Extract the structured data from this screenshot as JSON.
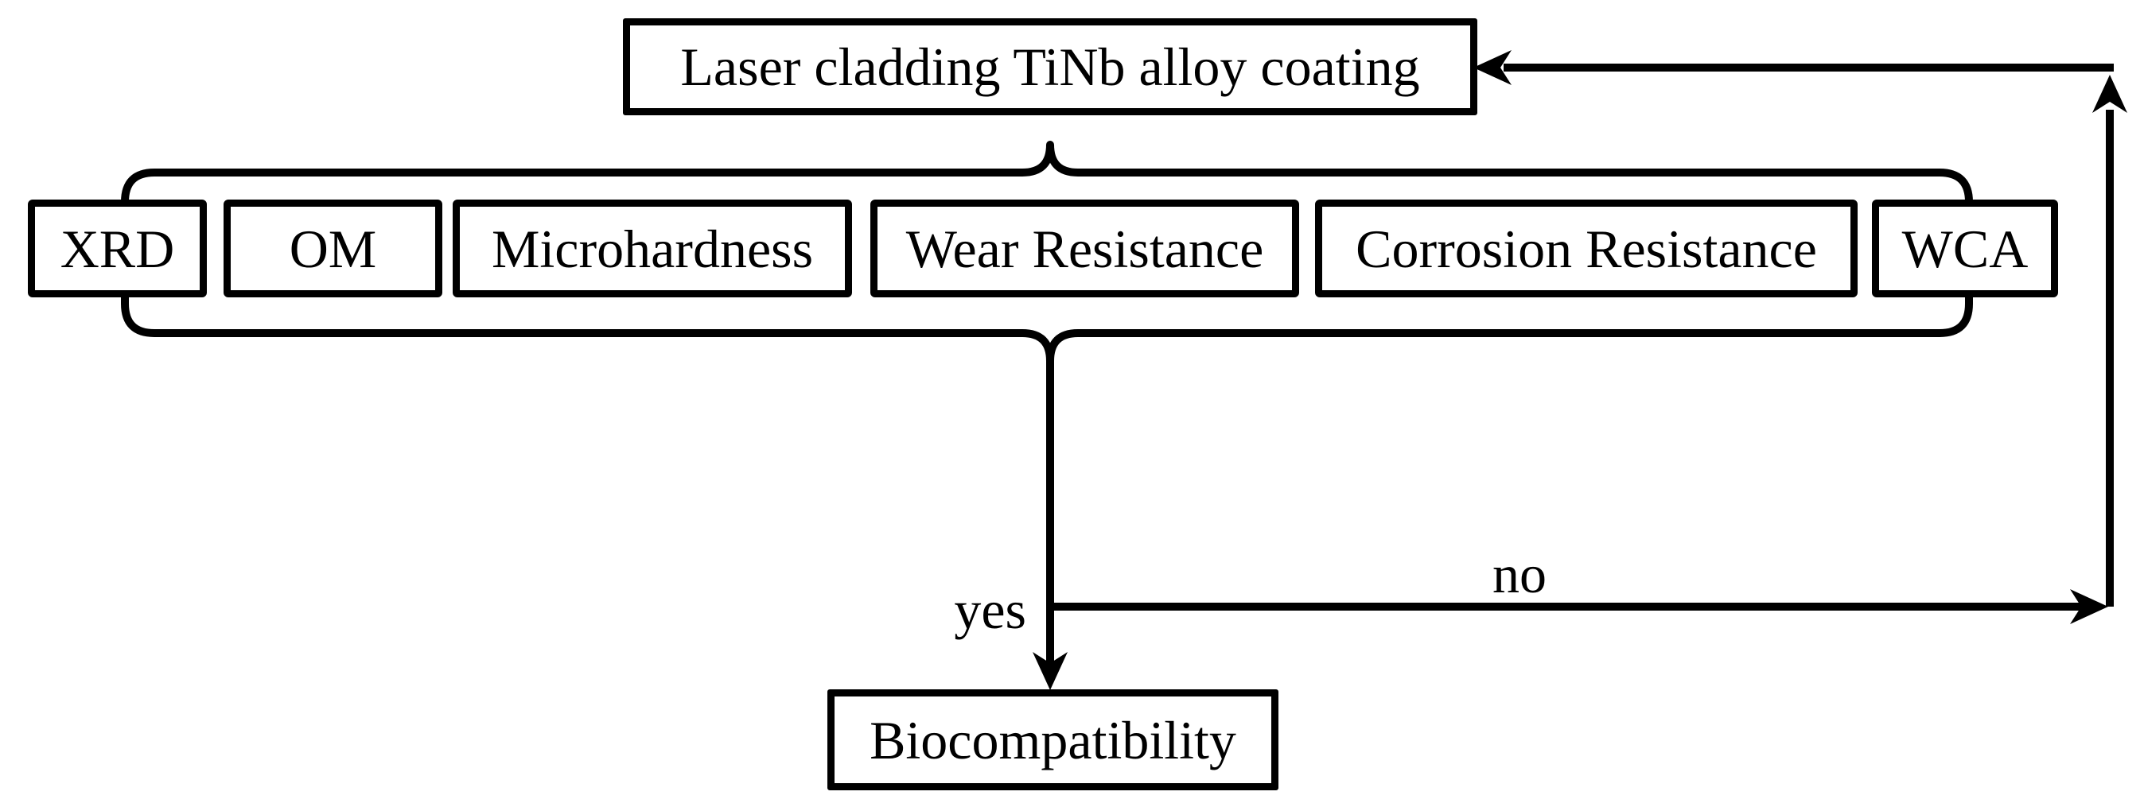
{
  "figure": {
    "background": "#ffffff",
    "line_color": "#000000",
    "box_background": "#ffffff",
    "process_box": {
      "label": "Laser cladding TiNb alloy coating"
    },
    "characterization_boxes": [
      {
        "label": "XRD"
      },
      {
        "label": "OM"
      },
      {
        "label": "Microhardness"
      },
      {
        "label": "Wear Resistance"
      },
      {
        "label": "Corrosion Resistance"
      },
      {
        "label": "WCA"
      }
    ],
    "decision": {
      "yes_label": "yes",
      "no_label": "no"
    },
    "outcome_box": {
      "label": "Biocompatibility"
    }
  }
}
